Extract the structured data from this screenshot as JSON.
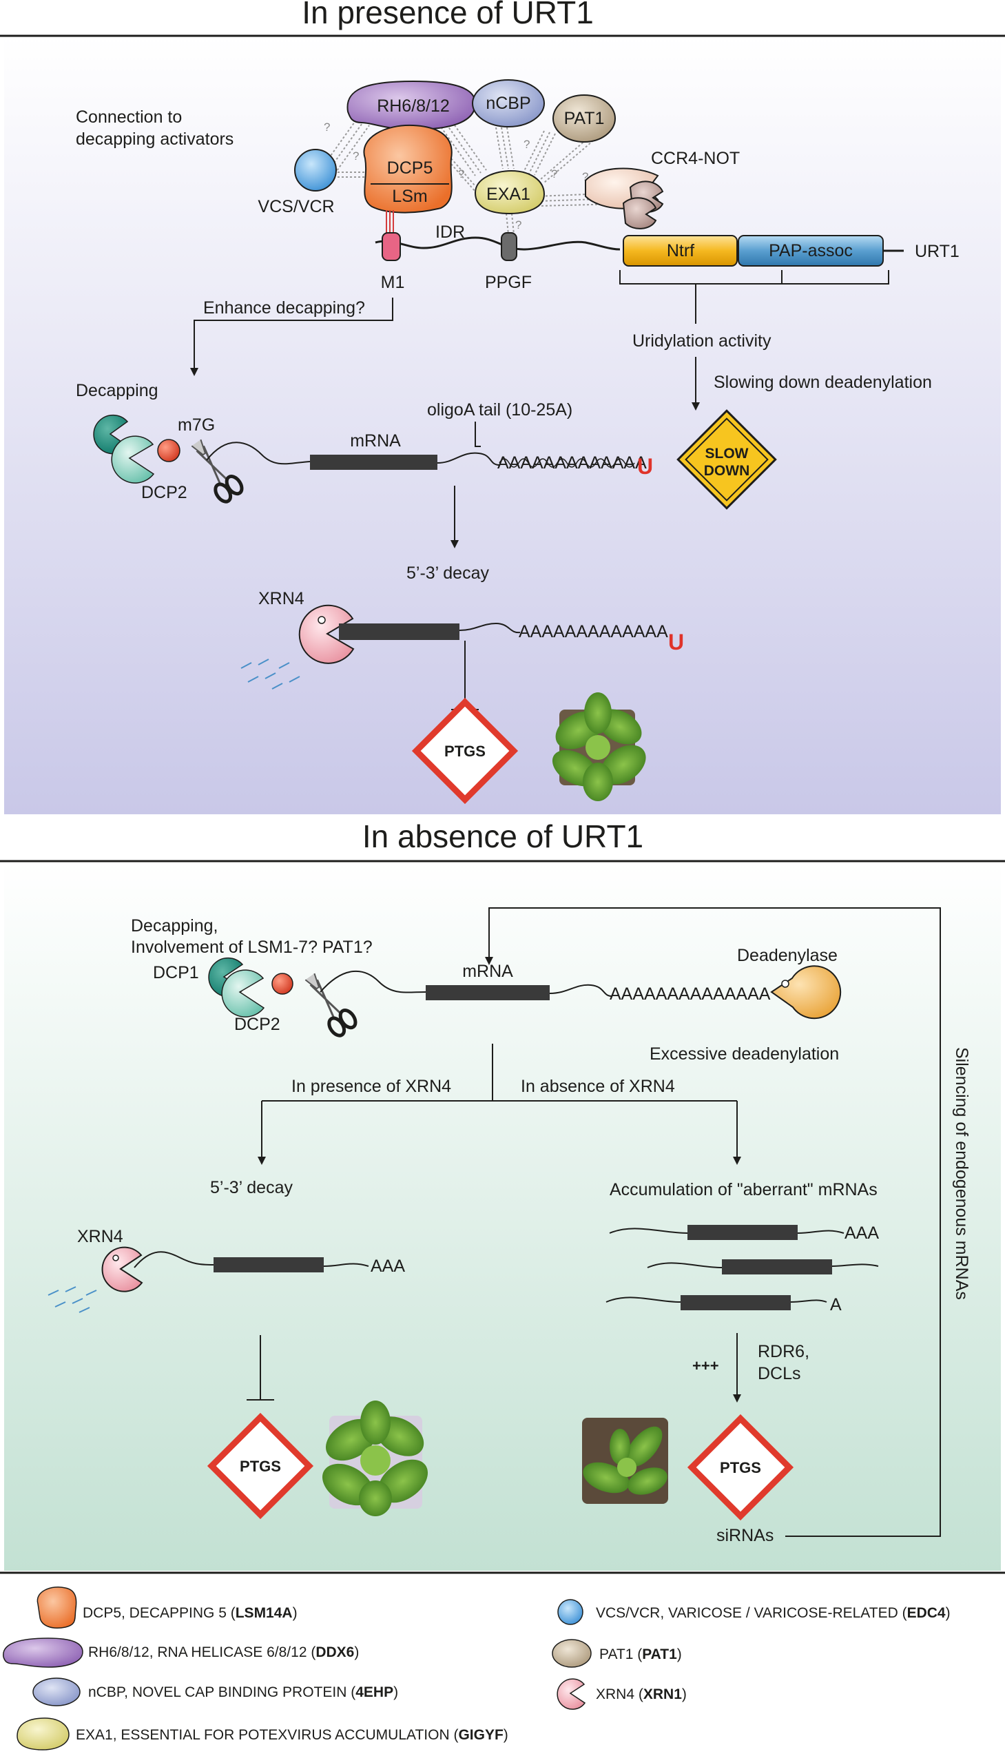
{
  "top": {
    "title": "In presence of URT1",
    "connection_label_1": "Connection to",
    "connection_label_2": "decapping activators",
    "rh": "RH6/8/12",
    "ncbp": "nCBP",
    "pat1": "PAT1",
    "dcp5": "DCP5",
    "lsm": "LSm",
    "exa1": "EXA1",
    "vcs": "VCS/VCR",
    "ccr4": "CCR4-NOT",
    "idr": "IDR",
    "ntrf": "Ntrf",
    "pap": "PAP-assoc",
    "urt1": "URT1",
    "m1": "M1",
    "ppgf": "PPGF",
    "q": "?",
    "enhance": "Enhance decapping?",
    "uridylation": "Uridylation activity",
    "slowing": "Slowing down deadenylation",
    "decapping": "Decapping",
    "m7g": "m7G",
    "dcp2": "DCP2",
    "mrna": "mRNA",
    "oligoa": "oligoA tail (10-25A)",
    "polya1": "AAAAAAAAAAAAA",
    "u": "U",
    "slow": "SLOW",
    "down": "DOWN",
    "decay": "5’-3’ decay",
    "xrn4": "XRN4",
    "polya2": "AAAAAAAAAAAAA",
    "ptgs": "PTGS"
  },
  "bottom": {
    "title": "In absence of URT1",
    "decapping_1": "Decapping,",
    "decapping_2": "Involvement of LSM1-7? PAT1?",
    "dcp1": "DCP1",
    "dcp2": "DCP2",
    "mrna": "mRNA",
    "polya": "AAAAAAAAAAAAAA",
    "deadenylase": "Deadenylase",
    "excessive": "Excessive deadenylation",
    "presence_xrn4": "In presence of XRN4",
    "absence_xrn4": "In absence of XRN4",
    "decay": "5’-3’ decay",
    "accumulation": "Accumulation of \"aberrant\" mRNAs",
    "xrn4": "XRN4",
    "aaa": "AAA",
    "aaa2": "AAA",
    "a": "A",
    "rdr6": "RDR6,",
    "dcls": "DCLs",
    "plus": "+++",
    "ptgs_left": "PTGS",
    "ptgs_right": "PTGS",
    "sirnas": "siRNAs",
    "silencing": "Silencing of endogenous mRNAs"
  },
  "legend": [
    {
      "pre": "DCP5, DECAPPING 5 (",
      "bold": "LSM14A",
      "post": ")"
    },
    {
      "pre": "RH6/8/12, RNA HELICASE 6/8/12 (",
      "bold": "DDX6",
      "post": ")"
    },
    {
      "pre": "nCBP, NOVEL CAP BINDING PROTEIN (",
      "bold": "4EHP",
      "post": ")"
    },
    {
      "pre": "EXA1, ESSENTIAL FOR POTEXVIRUS ACCUMULATION (",
      "bold": "GIGYF",
      "post": ")"
    },
    {
      "pre": "VCS/VCR, VARICOSE / VARICOSE-RELATED (",
      "bold": "EDC4",
      "post": ")"
    },
    {
      "pre": "PAT1 (",
      "bold": "PAT1",
      "post": ")"
    },
    {
      "pre": "XRN4 (",
      "bold": "XRN1",
      "post": ")"
    }
  ],
  "colors": {
    "dcp5": "#f08a4b",
    "rh": "#a77fc4",
    "ncbp": "#a9b4d9",
    "exa1": "#e9e39a",
    "vcs": "#6aaee0",
    "pat1": "#cbbba1",
    "xrn4": "#f5b7c0",
    "ntrf": "#f5b820",
    "pap": "#5a9fd0",
    "ptgs_red": "#e03a2c",
    "u_red": "#e0332a",
    "slow_yellow": "#f7c51f"
  }
}
